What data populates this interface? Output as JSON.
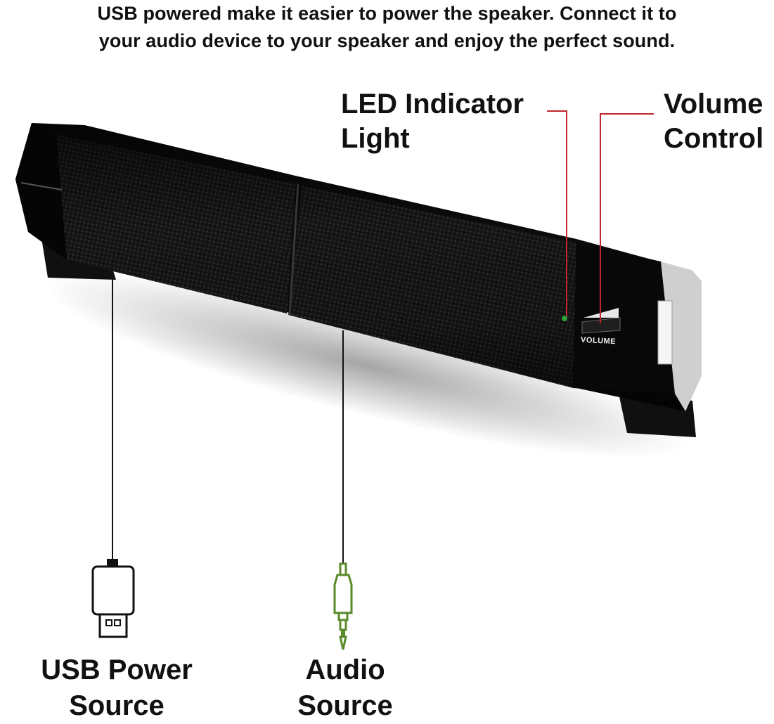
{
  "headline": {
    "line1": "USB powered make it easier to power the speaker.  Connect it to",
    "line2": "your audio device to your speaker and enjoy the perfect sound."
  },
  "callouts": {
    "led": {
      "line1": "LED Indicator",
      "line2": "Light"
    },
    "volume": {
      "line1": "Volume",
      "line2": "Control"
    }
  },
  "speaker": {
    "volume_label": "VOLUME"
  },
  "bottom_labels": {
    "usb": {
      "line1": "USB Power",
      "line2": "Source"
    },
    "audio": {
      "line1": "Audio",
      "line2": "Source"
    }
  },
  "colors": {
    "leader_line": "#c0262d",
    "audio_plug": "#5a8a2a",
    "speaker_body": "#0b0b0b"
  },
  "icons": [
    "usb-plug-icon",
    "audio-jack-icon"
  ]
}
